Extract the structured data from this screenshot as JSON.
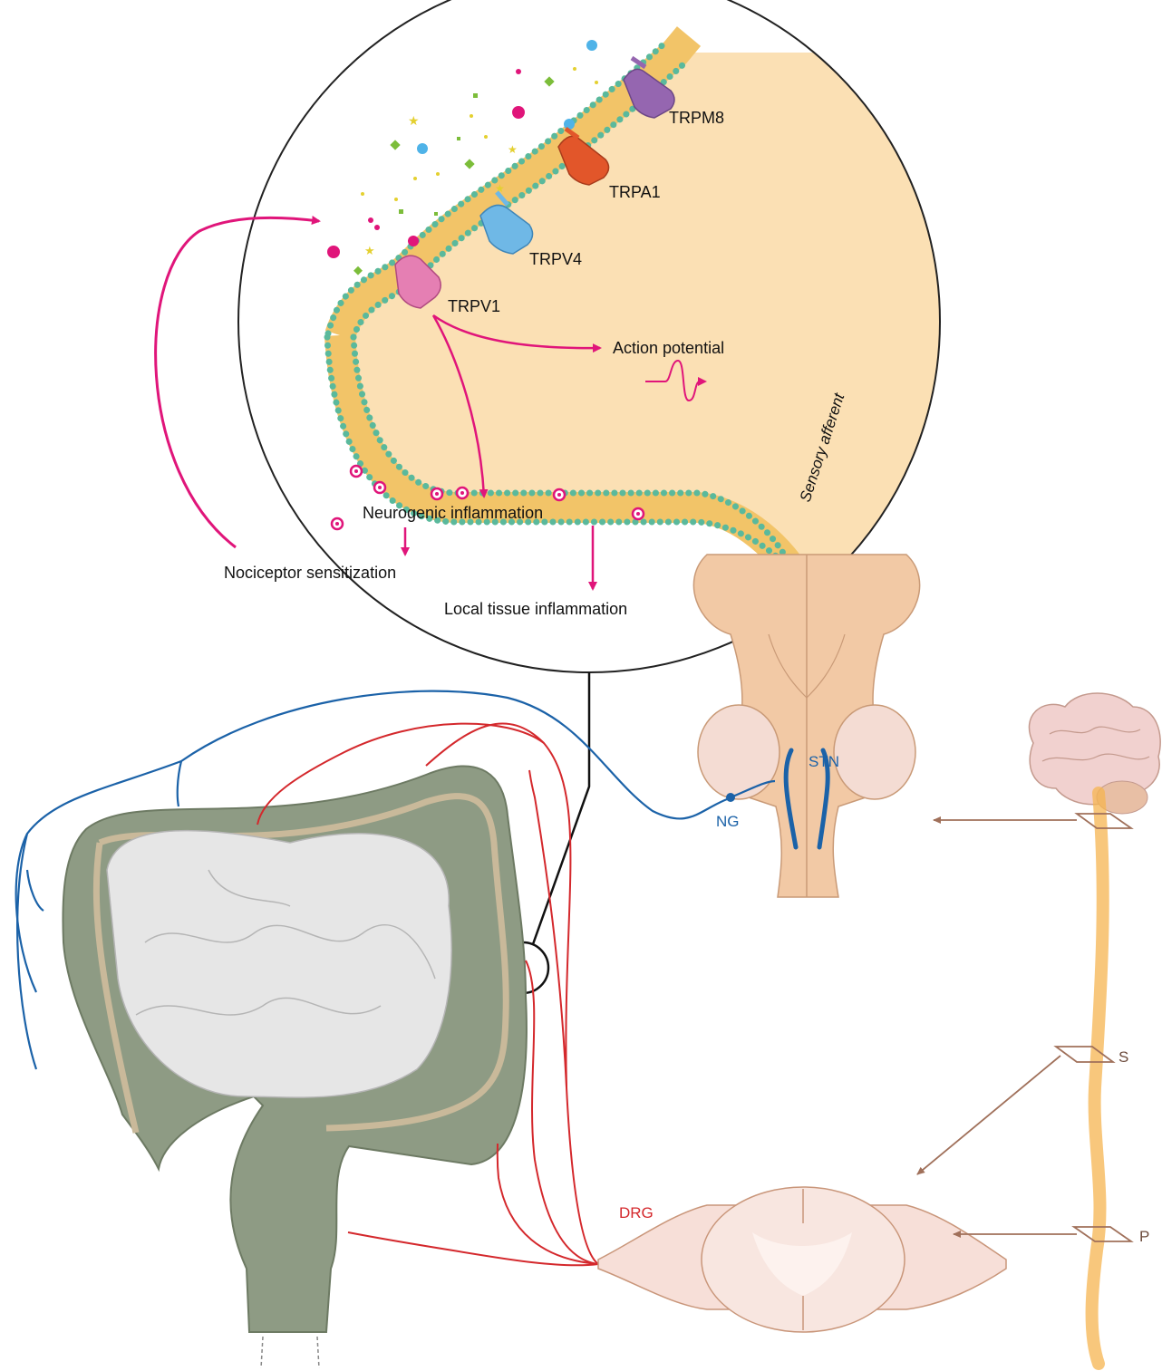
{
  "colors": {
    "magenta": "#e0157a",
    "vagal_blue": "#1b62a8",
    "spinal_red": "#d4282c",
    "colon_green": "#8e9b84",
    "cytoplasm": "#fbe0b4",
    "lipid_head": "#5ab99c",
    "brainstem": "#f2c9a5",
    "spinal_cord": "#f5b450",
    "trpv1": "#e57fb3",
    "trpv4": "#6fb8e6",
    "trpa1": "#e2562a",
    "trpm8": "#9566b0"
  },
  "channels": {
    "trpv1": "TRPV1",
    "trpv4": "TRPV4",
    "trpa1": "TRPA1",
    "trpm8": "TRPM8"
  },
  "labels": {
    "action_potential": "Action potential",
    "sensory_afferent": "Sensory afferent",
    "neurogenic_inflammation": "Neurogenic inflammation",
    "nociceptor_sensitization": "Nociceptor sensitization",
    "local_tissue_inflammation": "Local tissue inflammation",
    "stn": "STN",
    "ng": "NG",
    "drg": "DRG",
    "s": "S",
    "p": "P"
  },
  "icons": [
    "membrane-bilayer",
    "ion-channel",
    "action-potential-wave",
    "colon",
    "brainstem",
    "spinal-cord-section",
    "brain"
  ]
}
